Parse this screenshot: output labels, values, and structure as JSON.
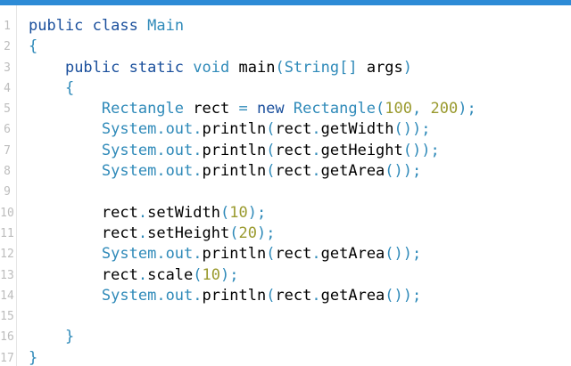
{
  "editor": {
    "accent_color": "#2d8bd6",
    "lines": [
      {
        "number": "1",
        "tokens": [
          {
            "t": "public",
            "c": "kw"
          },
          {
            "t": " ",
            "c": "plain"
          },
          {
            "t": "class",
            "c": "kw"
          },
          {
            "t": " ",
            "c": "plain"
          },
          {
            "t": "Main",
            "c": "ty"
          }
        ]
      },
      {
        "number": "2",
        "tokens": [
          {
            "t": "{",
            "c": "sym"
          }
        ]
      },
      {
        "number": "3",
        "tokens": [
          {
            "t": "    ",
            "c": "plain"
          },
          {
            "t": "public",
            "c": "kw"
          },
          {
            "t": " ",
            "c": "plain"
          },
          {
            "t": "static",
            "c": "kw"
          },
          {
            "t": " ",
            "c": "plain"
          },
          {
            "t": "void",
            "c": "ty"
          },
          {
            "t": " main",
            "c": "plain"
          },
          {
            "t": "(",
            "c": "sym"
          },
          {
            "t": "String",
            "c": "ty"
          },
          {
            "t": "[]",
            "c": "sym"
          },
          {
            "t": " args",
            "c": "plain"
          },
          {
            "t": ")",
            "c": "sym"
          }
        ]
      },
      {
        "number": "4",
        "tokens": [
          {
            "t": "    ",
            "c": "plain"
          },
          {
            "t": "{",
            "c": "sym"
          }
        ]
      },
      {
        "number": "5",
        "tokens": [
          {
            "t": "        ",
            "c": "plain"
          },
          {
            "t": "Rectangle",
            "c": "ty"
          },
          {
            "t": " rect ",
            "c": "plain"
          },
          {
            "t": "=",
            "c": "sym"
          },
          {
            "t": " ",
            "c": "plain"
          },
          {
            "t": "new",
            "c": "kw"
          },
          {
            "t": " ",
            "c": "plain"
          },
          {
            "t": "Rectangle",
            "c": "ty"
          },
          {
            "t": "(",
            "c": "sym"
          },
          {
            "t": "100",
            "c": "num"
          },
          {
            "t": ", ",
            "c": "sym"
          },
          {
            "t": "200",
            "c": "num"
          },
          {
            "t": ");",
            "c": "sym"
          }
        ]
      },
      {
        "number": "6",
        "tokens": [
          {
            "t": "        ",
            "c": "plain"
          },
          {
            "t": "System",
            "c": "ty"
          },
          {
            "t": ".",
            "c": "sym"
          },
          {
            "t": "out",
            "c": "ty"
          },
          {
            "t": ".",
            "c": "sym"
          },
          {
            "t": "println",
            "c": "plain"
          },
          {
            "t": "(",
            "c": "sym"
          },
          {
            "t": "rect",
            "c": "plain"
          },
          {
            "t": ".",
            "c": "sym"
          },
          {
            "t": "getWidth",
            "c": "plain"
          },
          {
            "t": "());",
            "c": "sym"
          }
        ]
      },
      {
        "number": "7",
        "tokens": [
          {
            "t": "        ",
            "c": "plain"
          },
          {
            "t": "System",
            "c": "ty"
          },
          {
            "t": ".",
            "c": "sym"
          },
          {
            "t": "out",
            "c": "ty"
          },
          {
            "t": ".",
            "c": "sym"
          },
          {
            "t": "println",
            "c": "plain"
          },
          {
            "t": "(",
            "c": "sym"
          },
          {
            "t": "rect",
            "c": "plain"
          },
          {
            "t": ".",
            "c": "sym"
          },
          {
            "t": "getHeight",
            "c": "plain"
          },
          {
            "t": "());",
            "c": "sym"
          }
        ]
      },
      {
        "number": "8",
        "tokens": [
          {
            "t": "        ",
            "c": "plain"
          },
          {
            "t": "System",
            "c": "ty"
          },
          {
            "t": ".",
            "c": "sym"
          },
          {
            "t": "out",
            "c": "ty"
          },
          {
            "t": ".",
            "c": "sym"
          },
          {
            "t": "println",
            "c": "plain"
          },
          {
            "t": "(",
            "c": "sym"
          },
          {
            "t": "rect",
            "c": "plain"
          },
          {
            "t": ".",
            "c": "sym"
          },
          {
            "t": "getArea",
            "c": "plain"
          },
          {
            "t": "());",
            "c": "sym"
          }
        ]
      },
      {
        "number": "9",
        "tokens": []
      },
      {
        "number": "10",
        "tokens": [
          {
            "t": "        ",
            "c": "plain"
          },
          {
            "t": "rect",
            "c": "plain"
          },
          {
            "t": ".",
            "c": "sym"
          },
          {
            "t": "setWidth",
            "c": "plain"
          },
          {
            "t": "(",
            "c": "sym"
          },
          {
            "t": "10",
            "c": "num"
          },
          {
            "t": ");",
            "c": "sym"
          }
        ]
      },
      {
        "number": "11",
        "tokens": [
          {
            "t": "        ",
            "c": "plain"
          },
          {
            "t": "rect",
            "c": "plain"
          },
          {
            "t": ".",
            "c": "sym"
          },
          {
            "t": "setHeight",
            "c": "plain"
          },
          {
            "t": "(",
            "c": "sym"
          },
          {
            "t": "20",
            "c": "num"
          },
          {
            "t": ");",
            "c": "sym"
          }
        ]
      },
      {
        "number": "12",
        "tokens": [
          {
            "t": "        ",
            "c": "plain"
          },
          {
            "t": "System",
            "c": "ty"
          },
          {
            "t": ".",
            "c": "sym"
          },
          {
            "t": "out",
            "c": "ty"
          },
          {
            "t": ".",
            "c": "sym"
          },
          {
            "t": "println",
            "c": "plain"
          },
          {
            "t": "(",
            "c": "sym"
          },
          {
            "t": "rect",
            "c": "plain"
          },
          {
            "t": ".",
            "c": "sym"
          },
          {
            "t": "getArea",
            "c": "plain"
          },
          {
            "t": "());",
            "c": "sym"
          }
        ]
      },
      {
        "number": "13",
        "tokens": [
          {
            "t": "        ",
            "c": "plain"
          },
          {
            "t": "rect",
            "c": "plain"
          },
          {
            "t": ".",
            "c": "sym"
          },
          {
            "t": "scale",
            "c": "plain"
          },
          {
            "t": "(",
            "c": "sym"
          },
          {
            "t": "10",
            "c": "num"
          },
          {
            "t": ");",
            "c": "sym"
          }
        ]
      },
      {
        "number": "14",
        "tokens": [
          {
            "t": "        ",
            "c": "plain"
          },
          {
            "t": "System",
            "c": "ty"
          },
          {
            "t": ".",
            "c": "sym"
          },
          {
            "t": "out",
            "c": "ty"
          },
          {
            "t": ".",
            "c": "sym"
          },
          {
            "t": "println",
            "c": "plain"
          },
          {
            "t": "(",
            "c": "sym"
          },
          {
            "t": "rect",
            "c": "plain"
          },
          {
            "t": ".",
            "c": "sym"
          },
          {
            "t": "getArea",
            "c": "plain"
          },
          {
            "t": "());",
            "c": "sym"
          }
        ]
      },
      {
        "number": "15",
        "tokens": []
      },
      {
        "number": "16",
        "tokens": [
          {
            "t": "    ",
            "c": "plain"
          },
          {
            "t": "}",
            "c": "sym"
          }
        ]
      },
      {
        "number": "17",
        "tokens": [
          {
            "t": "}",
            "c": "sym"
          }
        ]
      }
    ]
  }
}
